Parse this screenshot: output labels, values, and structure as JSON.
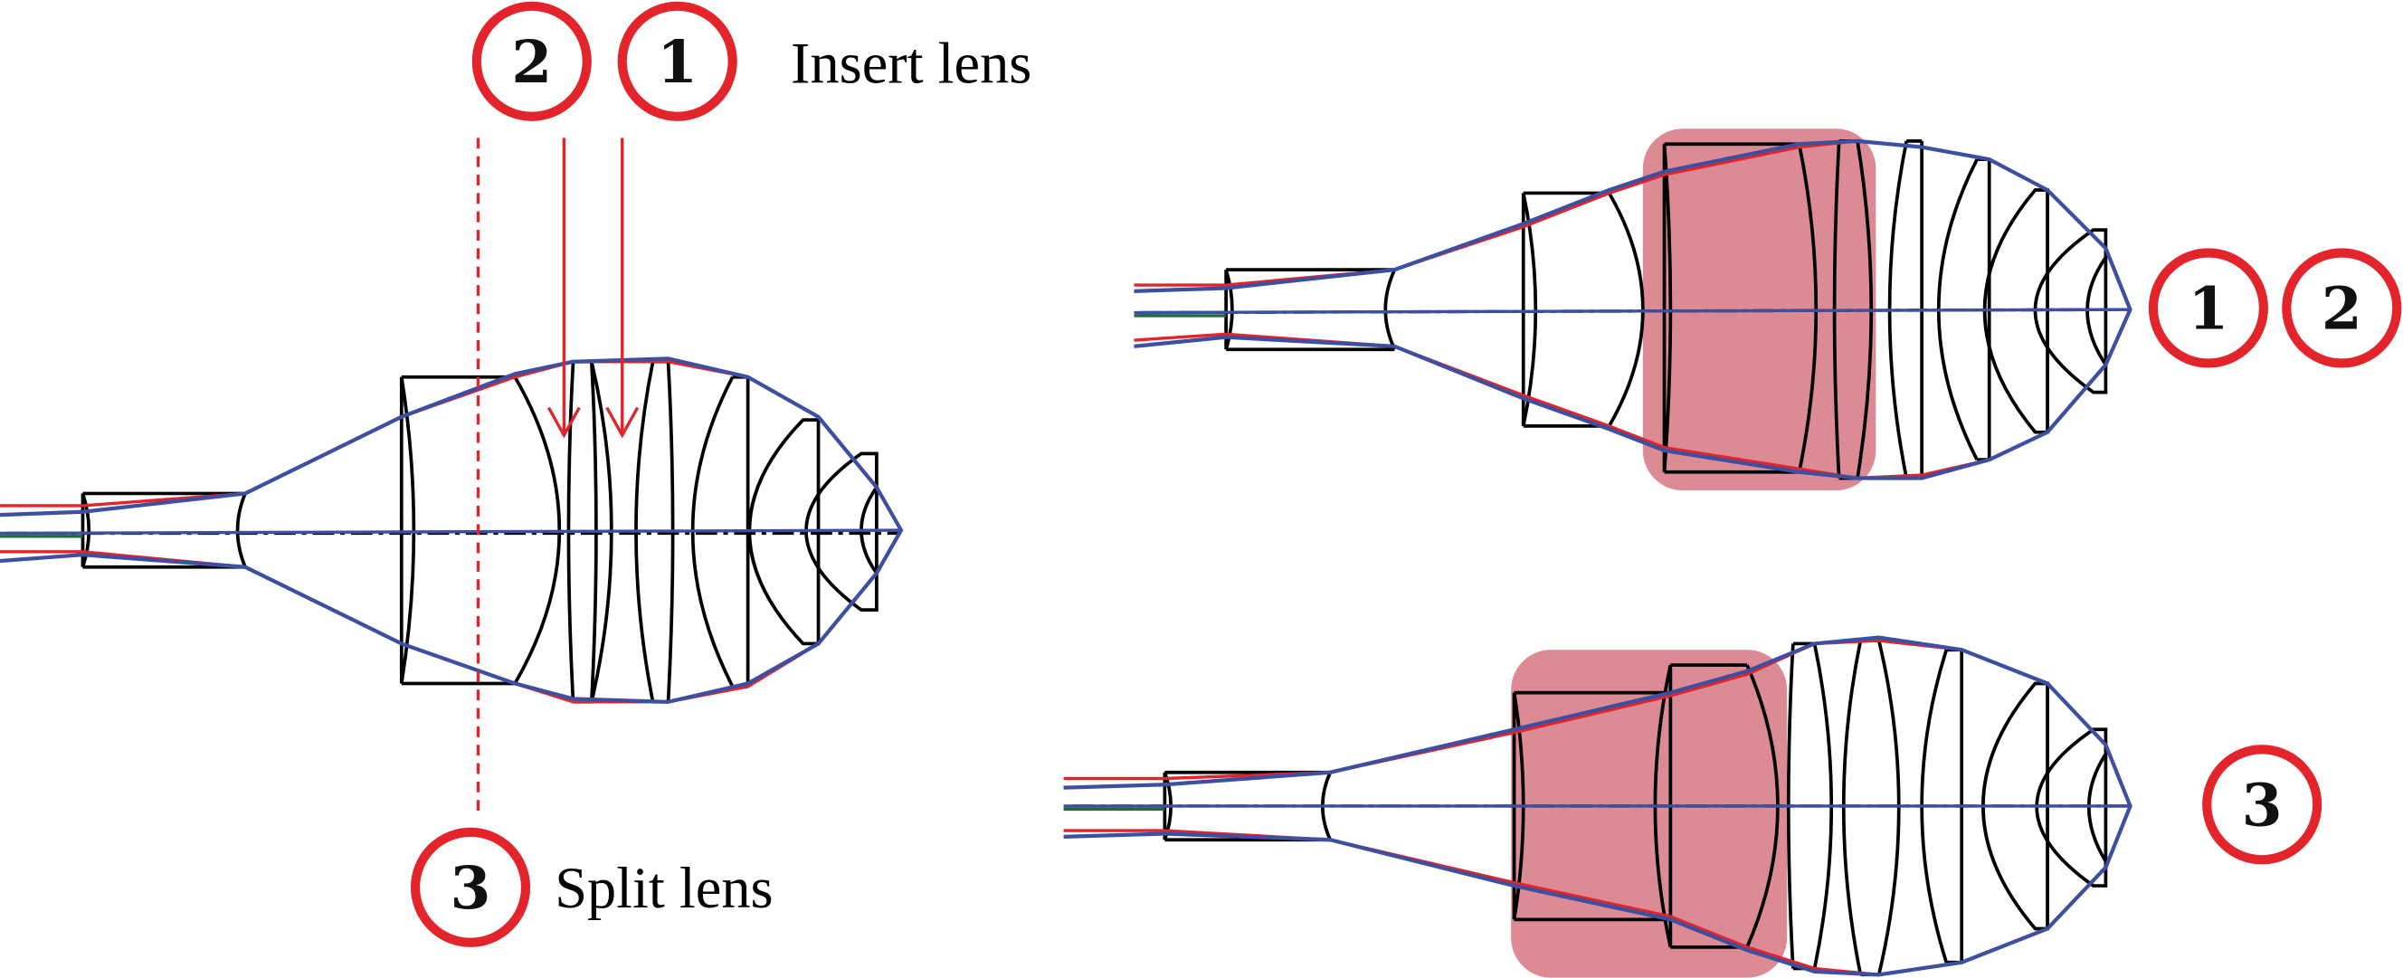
{
  "captions": {
    "insert_lens": "Insert lens",
    "split_lens": "Split lens"
  },
  "badges": {
    "step_1": "1",
    "step_2": "2",
    "step_3": "3"
  },
  "colors": {
    "badge_outline": "#e3242b",
    "marker_red": "#e3242b",
    "ray_blue": "#3d4fa0",
    "ray_red": "#e3242b",
    "highlight": "#d9808a",
    "lens_outline": "#000000"
  }
}
